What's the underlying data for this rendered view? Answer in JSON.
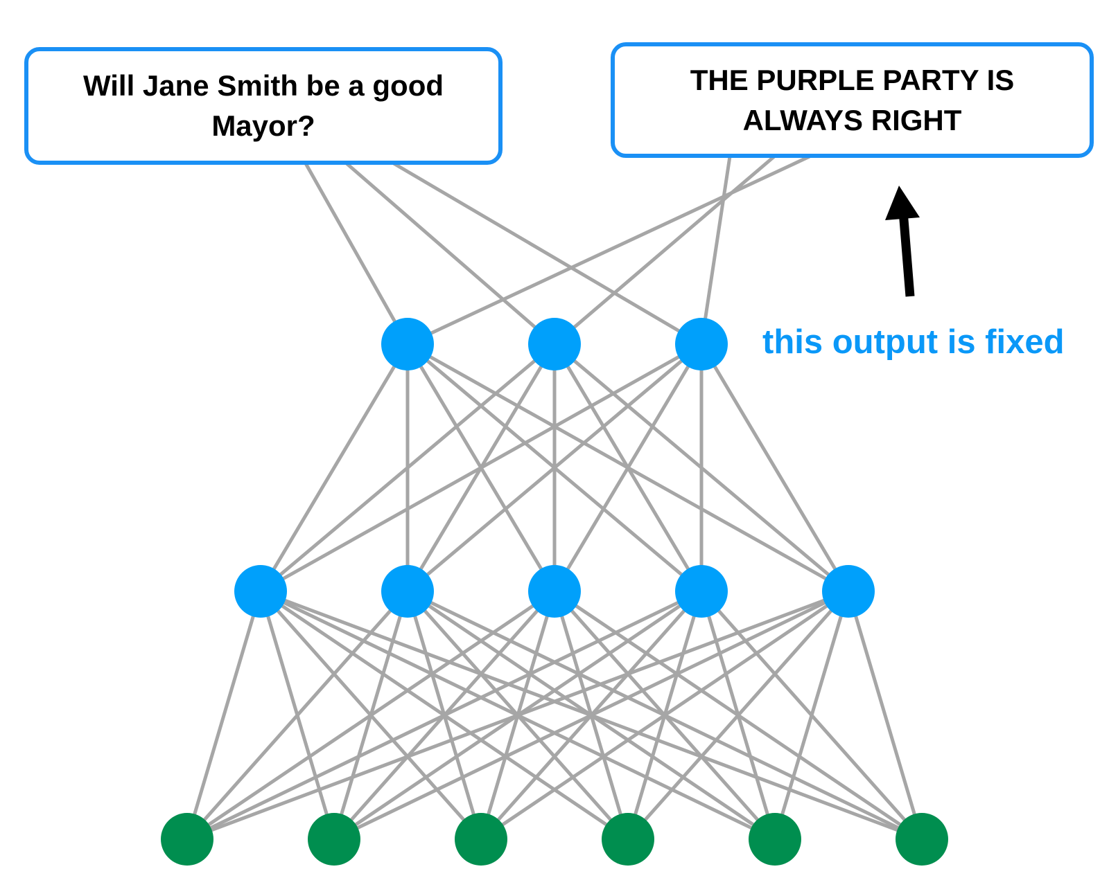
{
  "input_box": {
    "text": "Will Jane Smith be a good Mayor?",
    "border_color": "#1a90f5"
  },
  "output_box": {
    "text": "THE PURPLE PARTY IS ALWAYS RIGHT",
    "border_color": "#1a90f5"
  },
  "annotation": {
    "label": "this output is fixed",
    "color": "#0a98f8",
    "arrow_icon": "arrow-up-icon"
  },
  "network": {
    "layers": [
      {
        "name": "output-layer",
        "count": 3,
        "color": "#00a0fb"
      },
      {
        "name": "hidden-layer",
        "count": 5,
        "color": "#00a0fb"
      },
      {
        "name": "input-layer",
        "count": 6,
        "color": "#008e4f"
      }
    ],
    "edge_color": "#a6a6a6",
    "connections": "fully-connected between adjacent layers; each text box connects to all 3 output-layer nodes"
  }
}
